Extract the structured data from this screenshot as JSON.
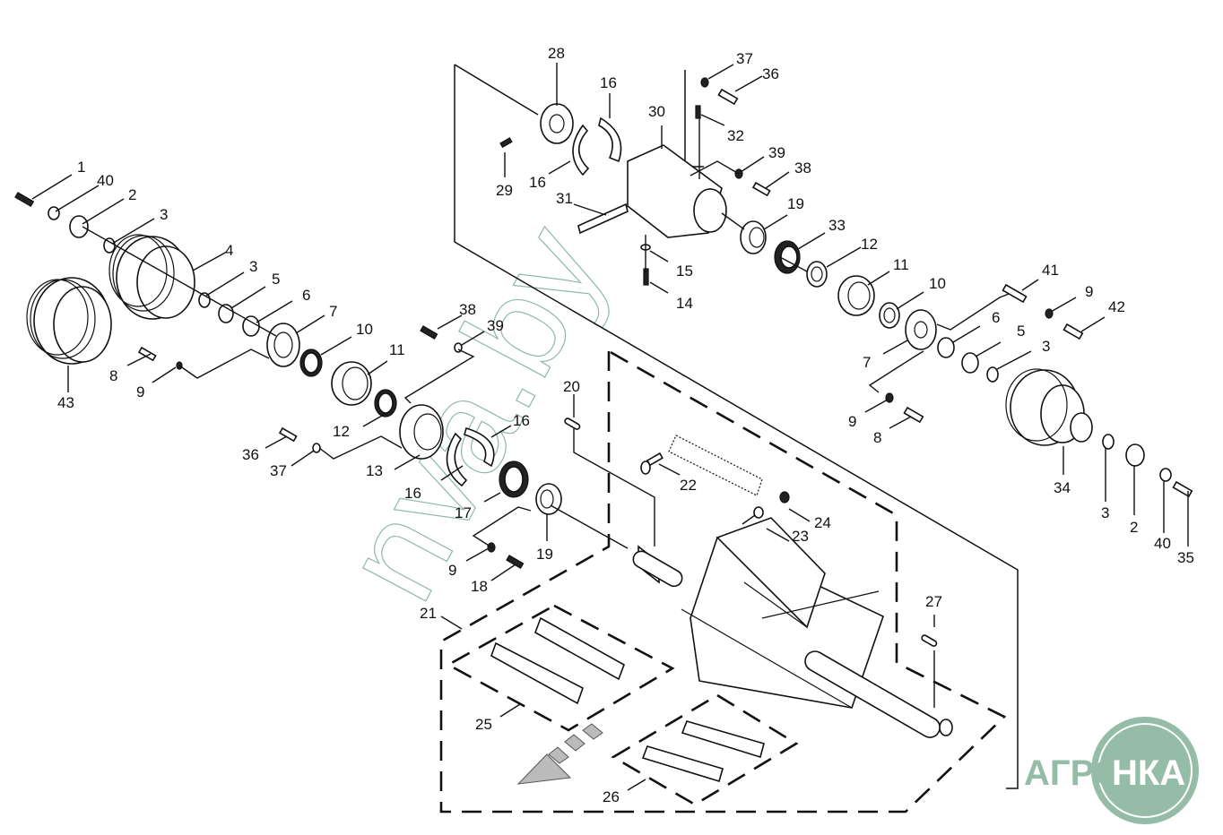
{
  "diagram": {
    "title": "Rotor assembly exploded view",
    "watermark": "nva.by",
    "logo": {
      "text_left": "АГРО",
      "text_right": "НКА",
      "color": "#95bca6"
    },
    "callouts": [
      {
        "id": "c1",
        "label": "1"
      },
      {
        "id": "c40a",
        "label": "40"
      },
      {
        "id": "c2a",
        "label": "2"
      },
      {
        "id": "c3a",
        "label": "3"
      },
      {
        "id": "c4",
        "label": "4"
      },
      {
        "id": "c3b",
        "label": "3"
      },
      {
        "id": "c5a",
        "label": "5"
      },
      {
        "id": "c6a",
        "label": "6"
      },
      {
        "id": "c7a",
        "label": "7"
      },
      {
        "id": "c10a",
        "label": "10"
      },
      {
        "id": "c11a",
        "label": "11"
      },
      {
        "id": "c12a",
        "label": "12"
      },
      {
        "id": "c43",
        "label": "43"
      },
      {
        "id": "c8a",
        "label": "8"
      },
      {
        "id": "c9a",
        "label": "9"
      },
      {
        "id": "c38a",
        "label": "38"
      },
      {
        "id": "c39a",
        "label": "39"
      },
      {
        "id": "c36a",
        "label": "36"
      },
      {
        "id": "c37a",
        "label": "37"
      },
      {
        "id": "c13",
        "label": "13"
      },
      {
        "id": "c16a",
        "label": "16"
      },
      {
        "id": "c16b",
        "label": "16"
      },
      {
        "id": "c17",
        "label": "17"
      },
      {
        "id": "c19a",
        "label": "19"
      },
      {
        "id": "c9b",
        "label": "9"
      },
      {
        "id": "c18",
        "label": "18"
      },
      {
        "id": "c20",
        "label": "20"
      },
      {
        "id": "c22",
        "label": "22"
      },
      {
        "id": "c23",
        "label": "23"
      },
      {
        "id": "c24",
        "label": "24"
      },
      {
        "id": "c21",
        "label": "21"
      },
      {
        "id": "c25",
        "label": "25"
      },
      {
        "id": "c26",
        "label": "26"
      },
      {
        "id": "c27",
        "label": "27"
      },
      {
        "id": "c28",
        "label": "28"
      },
      {
        "id": "c29",
        "label": "29"
      },
      {
        "id": "c16c",
        "label": "16"
      },
      {
        "id": "c16d",
        "label": "16"
      },
      {
        "id": "c30",
        "label": "30"
      },
      {
        "id": "c31",
        "label": "31"
      },
      {
        "id": "c37b",
        "label": "37"
      },
      {
        "id": "c36b",
        "label": "36"
      },
      {
        "id": "c32",
        "label": "32"
      },
      {
        "id": "c39b",
        "label": "39"
      },
      {
        "id": "c38b",
        "label": "38"
      },
      {
        "id": "c19b",
        "label": "19"
      },
      {
        "id": "c33",
        "label": "33"
      },
      {
        "id": "c15",
        "label": "15"
      },
      {
        "id": "c14",
        "label": "14"
      },
      {
        "id": "c12b",
        "label": "12"
      },
      {
        "id": "c11b",
        "label": "11"
      },
      {
        "id": "c10b",
        "label": "10"
      },
      {
        "id": "c7b",
        "label": "7"
      },
      {
        "id": "c41",
        "label": "41"
      },
      {
        "id": "c9c",
        "label": "9"
      },
      {
        "id": "c42",
        "label": "42"
      },
      {
        "id": "c6b",
        "label": "6"
      },
      {
        "id": "c5b",
        "label": "5"
      },
      {
        "id": "c3c",
        "label": "3"
      },
      {
        "id": "c9d",
        "label": "9"
      },
      {
        "id": "c8b",
        "label": "8"
      },
      {
        "id": "c34",
        "label": "34"
      },
      {
        "id": "c3d",
        "label": "3"
      },
      {
        "id": "c2b",
        "label": "2"
      },
      {
        "id": "c40b",
        "label": "40"
      },
      {
        "id": "c35",
        "label": "35"
      }
    ]
  }
}
